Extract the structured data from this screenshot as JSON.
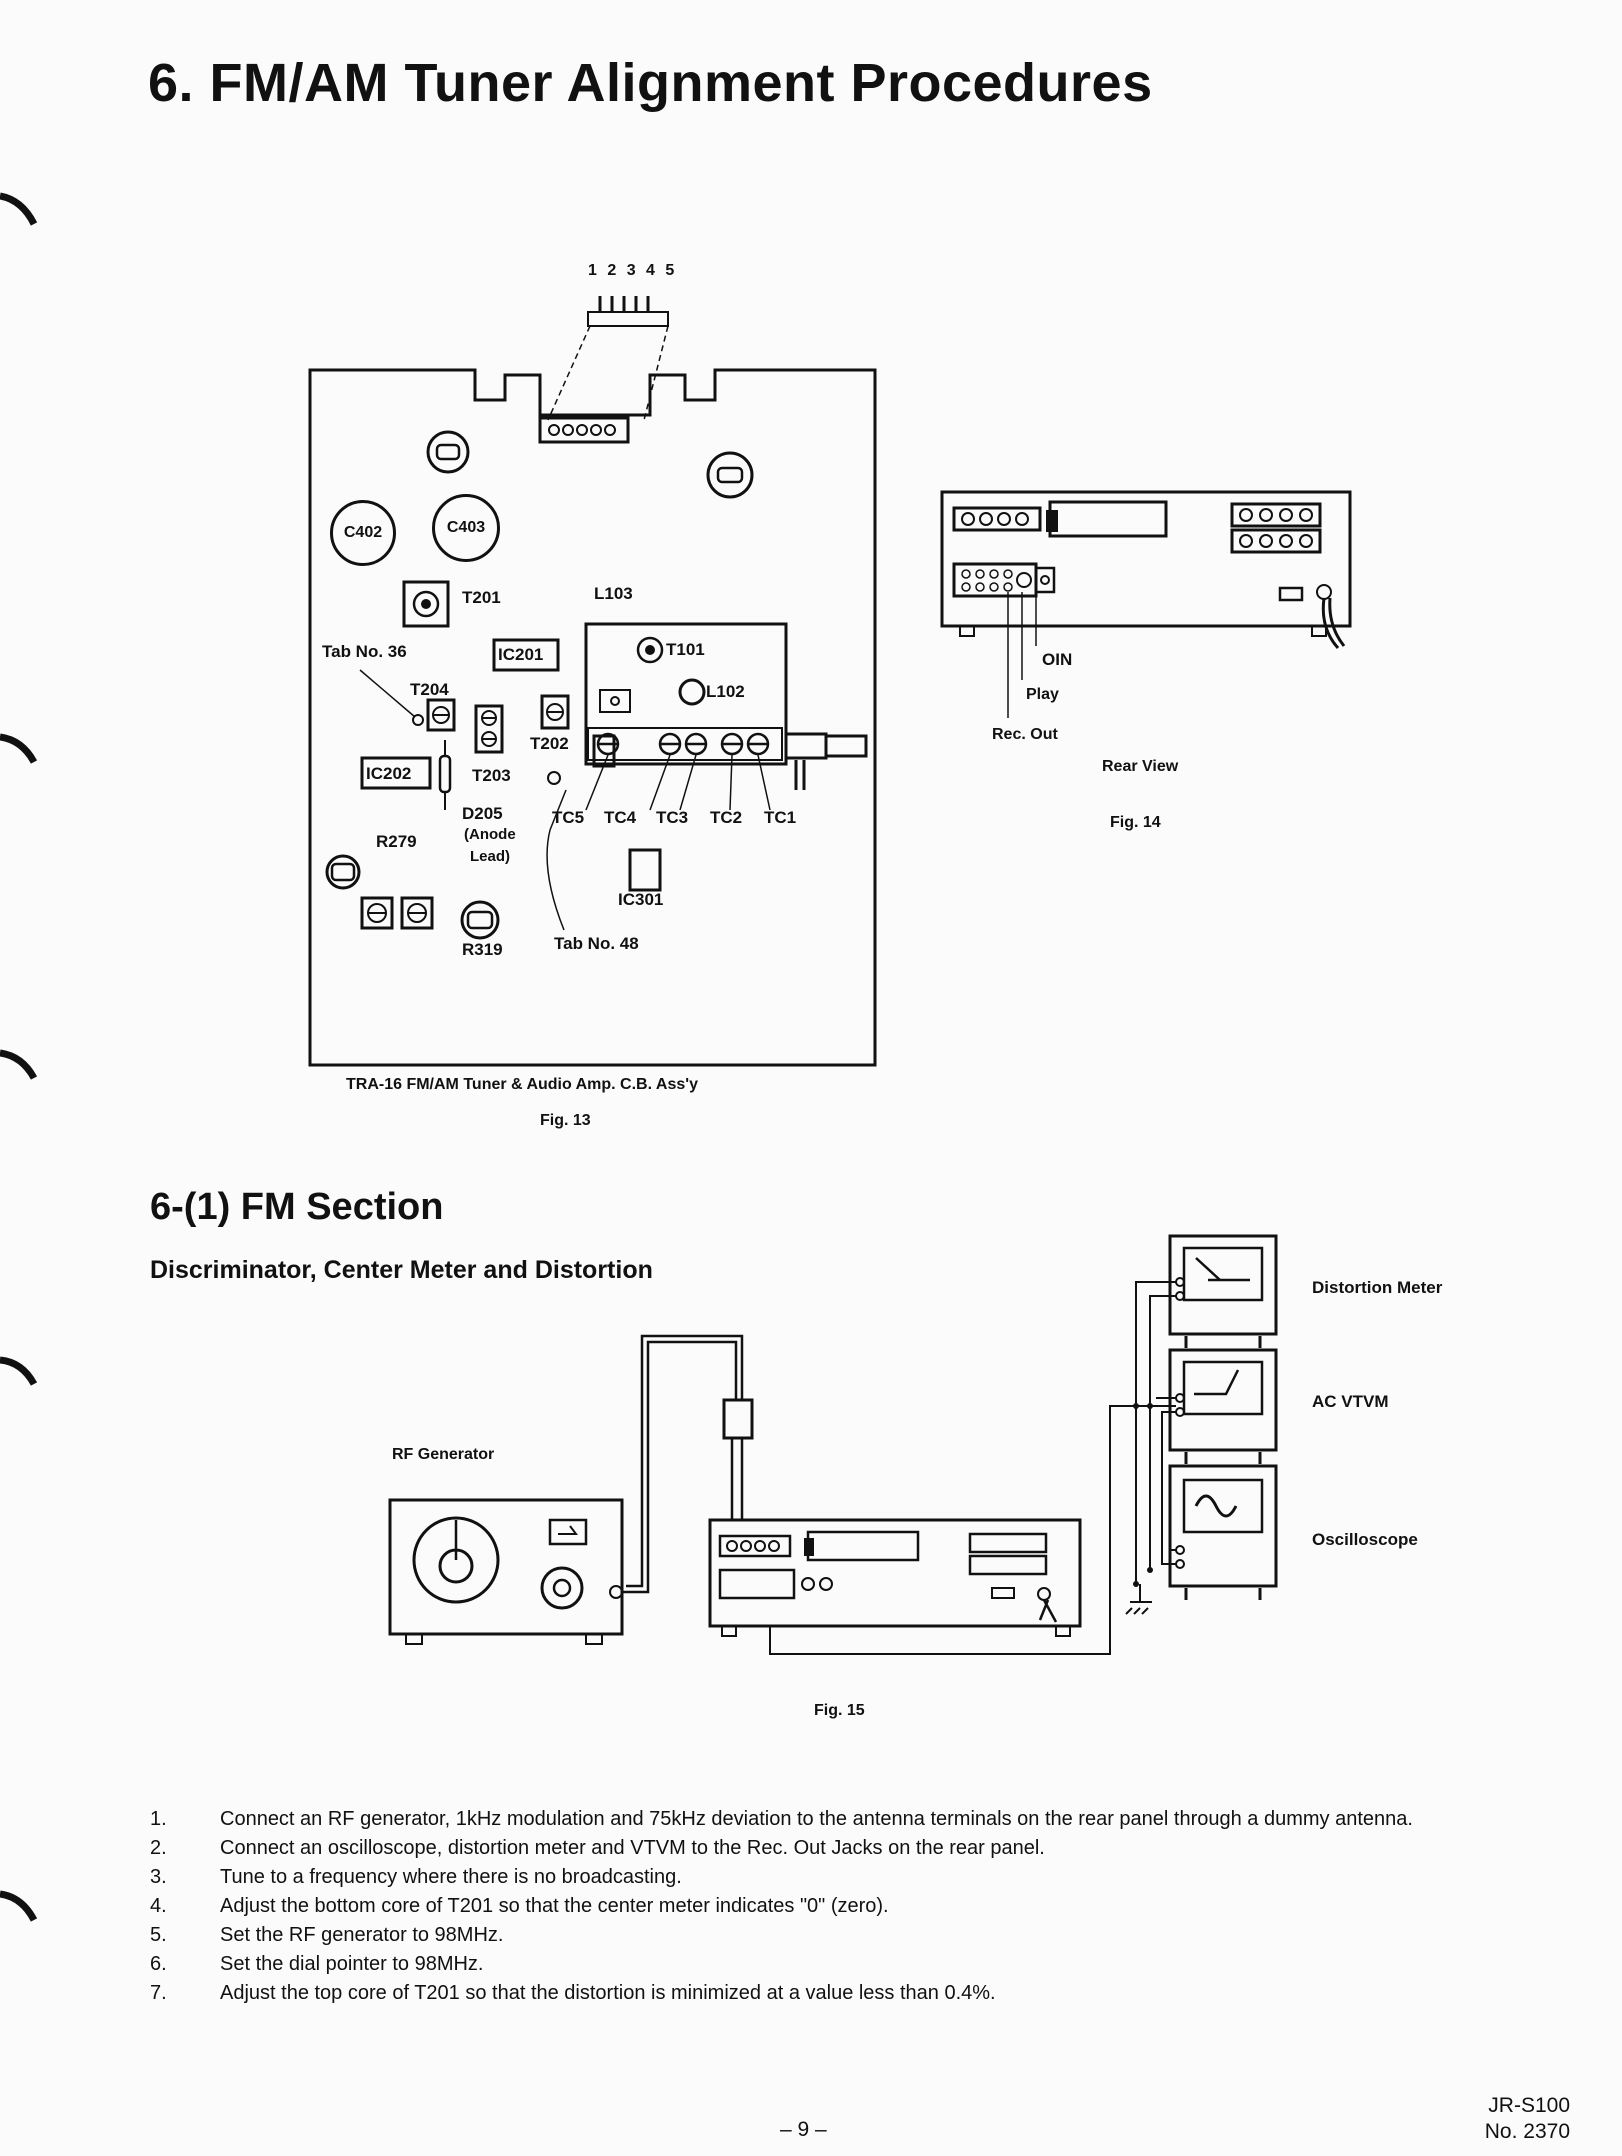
{
  "title": "6. FM/AM Tuner Alignment Procedures",
  "fig13": {
    "pins": "1 2 3 4 5",
    "labels": {
      "c402": "C402",
      "c403": "C403",
      "t201": "T201",
      "l103": "L103",
      "tab36": "Tab No. 36",
      "ic201": "IC201",
      "t101": "T101",
      "t204": "T204",
      "l102": "L102",
      "t202": "T202",
      "ic202": "IC202",
      "t203": "T203",
      "d205": "D205",
      "anode1": "(Anode",
      "anode2": "Lead)",
      "tc5": "TC5",
      "tc4": "TC4",
      "tc3": "TC3",
      "tc2": "TC2",
      "tc1": "TC1",
      "r279": "R279",
      "ic301": "IC301",
      "r319": "R319",
      "tab48": "Tab No. 48"
    },
    "caption": "TRA-16 FM/AM Tuner & Audio Amp. C.B. Ass'y",
    "fig": "Fig. 13"
  },
  "fig14": {
    "labels": {
      "oin": "OIN",
      "play": "Play",
      "recout": "Rec. Out",
      "rear": "Rear View"
    },
    "fig": "Fig. 14"
  },
  "section": {
    "heading": "6-(1)  FM Section",
    "subheading": "Discriminator, Center Meter and Distortion"
  },
  "fig15": {
    "labels": {
      "rfgen": "RF Generator",
      "dist": "Distortion Meter",
      "vtvm": "AC VTVM",
      "osc": "Oscilloscope"
    },
    "fig": "Fig. 15"
  },
  "steps": [
    {
      "n": "1.",
      "text": "Connect an RF generator, 1kHz modulation and 75kHz deviation to the antenna terminals on the rear panel through a dummy antenna."
    },
    {
      "n": "2.",
      "text": "Connect an oscilloscope, distortion meter and VTVM to the Rec. Out Jacks on the rear panel."
    },
    {
      "n": "3.",
      "text": "Tune to a frequency where there is no broadcasting."
    },
    {
      "n": "4.",
      "text": "Adjust the bottom core of T201 so that the center meter indicates \"0\" (zero)."
    },
    {
      "n": "5.",
      "text": "Set the RF generator to 98MHz."
    },
    {
      "n": "6.",
      "text": "Set the dial pointer to 98MHz."
    },
    {
      "n": "7.",
      "text": "Adjust the top core of T201 so that the distortion is minimized at a value less than 0.4%."
    }
  ],
  "footer": {
    "page": "– 9 –",
    "model": "JR-S100",
    "number": "No. 2370"
  }
}
